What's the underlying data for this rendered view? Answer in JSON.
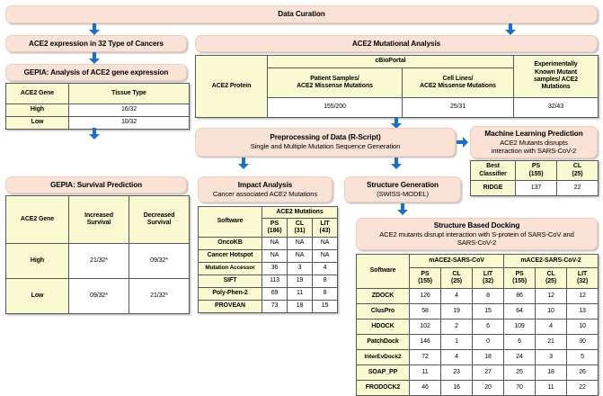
{
  "theme": {
    "box_fill": "#FAE3D6",
    "table_header_fill": "#FAFAD2",
    "arrow_color": "#1F6FC4",
    "border": "#58585A"
  },
  "boxes": {
    "data_curation": {
      "title": "Data Curation"
    },
    "ace2_expression": {
      "title": "ACE2 expression in 32 Type of Cancers"
    },
    "gepia_expression": {
      "title": "GEPIA: Analysis of ACE2 gene expression"
    },
    "gepia_survival": {
      "title": "GEPIA: Survival Prediction"
    },
    "mutational_analysis": {
      "title": "ACE2 Mutational Analysis"
    },
    "preprocessing": {
      "title": "Preprocessing of Data (R-Script)",
      "subtitle": "Single and Multiple Mutation Sequence Generation"
    },
    "ml_prediction": {
      "title": "Machine Learning Prediction",
      "subtitle_line1": "ACE2 Mutants disrupts",
      "subtitle_line2": "interaction with SARS-CoV-2"
    },
    "impact_analysis": {
      "title": "Impact Analysis",
      "subtitle": "Cancer associated ACE2 Mutations"
    },
    "structure_generation": {
      "title": "Structure Generation",
      "subtitle": "(SWISS-MODEL)"
    },
    "structure_docking": {
      "title": "Structure Based Docking",
      "subtitle_line1": "ACE2 mutants disrupt interaction with S-protein of SARS-CoV and",
      "subtitle_line2": "SARS-CoV-2"
    }
  },
  "tables": {
    "gepia_expression": {
      "type": "table",
      "headers": [
        "ACE2 Gene",
        "Tissue Type"
      ],
      "rows": [
        {
          "label": "High",
          "values": [
            "16/32"
          ]
        },
        {
          "label": "Low",
          "values": [
            "10/32"
          ]
        }
      ]
    },
    "gepia_survival": {
      "type": "table",
      "headers": [
        "ACE2 Gene",
        "Increased Survival",
        "Decreased Survival"
      ],
      "header_lines": [
        [
          "ACE2 Gene"
        ],
        [
          "Increased",
          "Survival"
        ],
        [
          "Decreased",
          "Survival"
        ]
      ],
      "rows": [
        {
          "label": "High",
          "values": [
            "21/32*",
            "09/32*"
          ]
        },
        {
          "label": "Low",
          "values": [
            "09/32*",
            "21/32*"
          ]
        }
      ]
    },
    "cbioportal": {
      "type": "table",
      "corner": "ACE2 Protein",
      "group_header": "cBioPortal",
      "right_header_lines": [
        "Experimentally",
        "Known Mutant",
        "samples/ ACE2",
        "Mutations"
      ],
      "sub_headers": [
        [
          "Patient Samples/",
          "ACE2 Missense Mutations"
        ],
        [
          "Cell Lines/",
          "ACE2 Missense Mutations"
        ]
      ],
      "values": [
        "155/200",
        "25/31",
        "32/43"
      ]
    },
    "ml_prediction": {
      "type": "table",
      "headers_lines": [
        [
          "Best",
          "Classifier"
        ],
        [
          "PS",
          "(155)"
        ],
        [
          "CL",
          "(25)"
        ]
      ],
      "rows": [
        {
          "label": "RIDGE",
          "values": [
            "137",
            "22"
          ]
        }
      ]
    },
    "impact_analysis": {
      "type": "table",
      "corner": "Software",
      "group_header": "ACE2 Mutations",
      "sub_headers_lines": [
        [
          "PS",
          "(186)"
        ],
        [
          "CL",
          "(31)"
        ],
        [
          "LIT",
          "(43)"
        ]
      ],
      "rows": [
        {
          "label": "OncoKB",
          "values": [
            "NA",
            "NA",
            "NA"
          ]
        },
        {
          "label": "Cancer Hotspot",
          "values": [
            "NA",
            "NA",
            "NA"
          ]
        },
        {
          "label": "Mutation Accessor",
          "values": [
            "36",
            "3",
            "4"
          ]
        },
        {
          "label": "SIFT",
          "values": [
            "113",
            "19",
            "8"
          ]
        },
        {
          "label": "Poly-Phen-2",
          "values": [
            "69",
            "11",
            "8"
          ]
        },
        {
          "label": "PROVEAN",
          "values": [
            "73",
            "18",
            "15"
          ]
        }
      ]
    },
    "docking": {
      "type": "table",
      "corner": "Software",
      "group_headers": [
        "mACE2-SARS-CoV",
        "mACE2-SARS-CoV-2"
      ],
      "sub_headers_lines": [
        [
          "PS",
          "(155)"
        ],
        [
          "CL",
          "(25)"
        ],
        [
          "LIT",
          "(32)"
        ],
        [
          "PS",
          "(155)"
        ],
        [
          "CL",
          "(25)"
        ],
        [
          "LIT",
          "(32)"
        ]
      ],
      "rows": [
        {
          "label": "ZDOCK",
          "values": [
            "126",
            "4",
            "8",
            "86",
            "12",
            "12"
          ]
        },
        {
          "label": "ClusPro",
          "values": [
            "58",
            "19",
            "15",
            "64",
            "10",
            "13"
          ]
        },
        {
          "label": "HDOCK",
          "values": [
            "102",
            "2",
            "6",
            "109",
            "4",
            "10"
          ]
        },
        {
          "label": "PatchDock",
          "values": [
            "146",
            "1",
            "0",
            "6",
            "21",
            "30"
          ]
        },
        {
          "label": "InterEvDock2",
          "values": [
            "72",
            "4",
            "18",
            "24",
            "3",
            "5"
          ]
        },
        {
          "label": "SOAP_PP",
          "values": [
            "11",
            "23",
            "27",
            "25",
            "18",
            "26"
          ]
        },
        {
          "label": "FRODOCK2",
          "values": [
            "46",
            "16",
            "20",
            "70",
            "11",
            "22"
          ]
        }
      ]
    }
  }
}
